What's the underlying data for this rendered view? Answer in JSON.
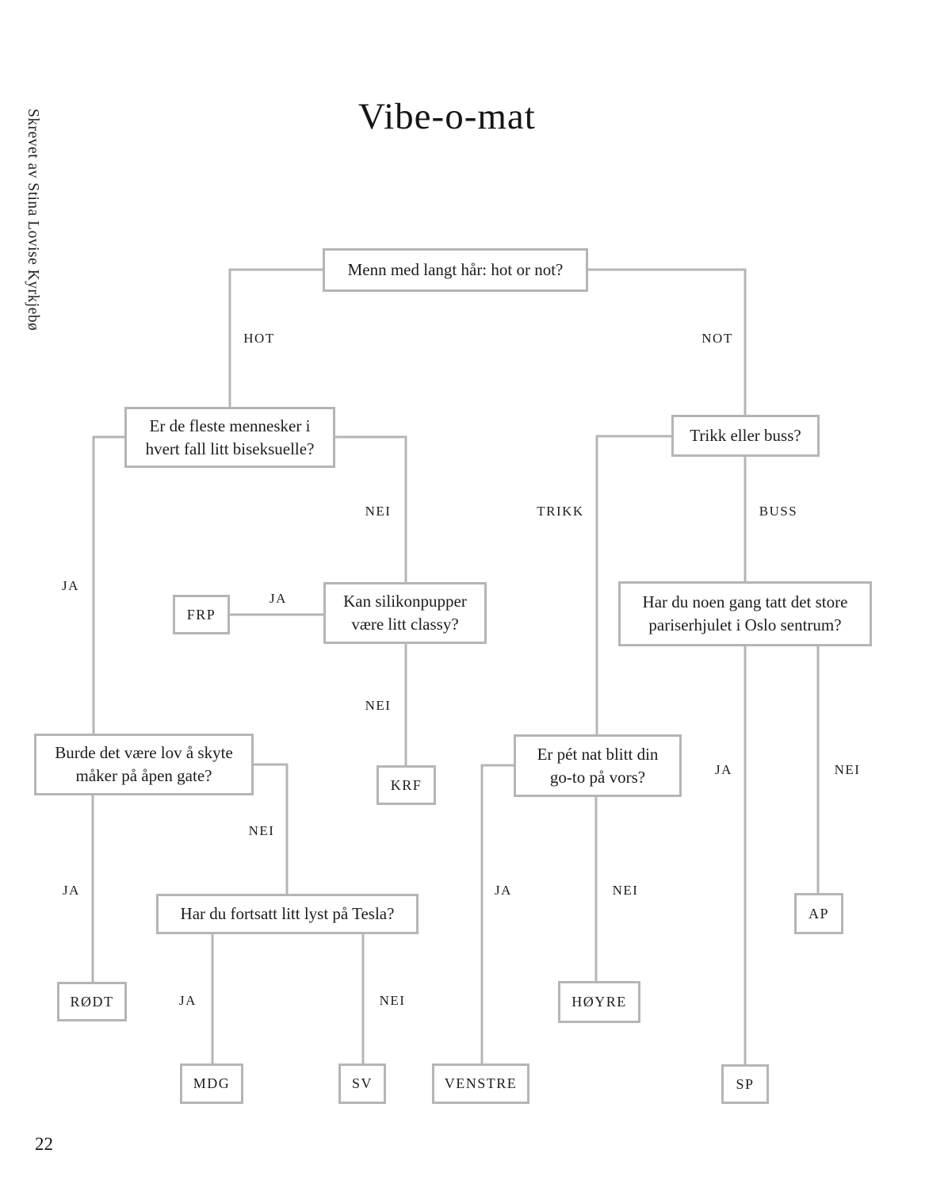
{
  "page": {
    "title": "Vibe-o-mat",
    "byline": "Skrevet av Stina Lovise Kyrkjebø",
    "page_number": "22"
  },
  "colors": {
    "line": "#b5b5b5",
    "text": "#1c1c1c"
  },
  "flowchart": {
    "nodes": {
      "q_hair": "Menn med langt hår: hot or not?",
      "q_bisexual": "Er de fleste mennesker i hvert fall litt biseksuelle?",
      "q_transport": "Trikk eller buss?",
      "q_silicone": "Kan silikonpupper være litt classy?",
      "q_ferris": "Har du noen gang tatt det store pariserhjulet i Oslo sentrum?",
      "q_seagulls": "Burde det være lov å skyte måker på åpen gate?",
      "q_petnat": "Er pét nat blitt din go-to på vors?",
      "q_tesla": "Har du fortsatt litt lyst på Tesla?",
      "frp": "FRP",
      "krf": "KRF",
      "rodt": "RØDT",
      "mdg": "MDG",
      "sv": "SV",
      "venstre": "VENSTRE",
      "hoyre": "HØYRE",
      "ap": "AP",
      "sp": "SP"
    },
    "edge_labels": {
      "hot": "HOT",
      "not": "NOT",
      "ja": "JA",
      "nei": "NEI",
      "trikk": "TRIKK",
      "buss": "BUSS"
    }
  }
}
